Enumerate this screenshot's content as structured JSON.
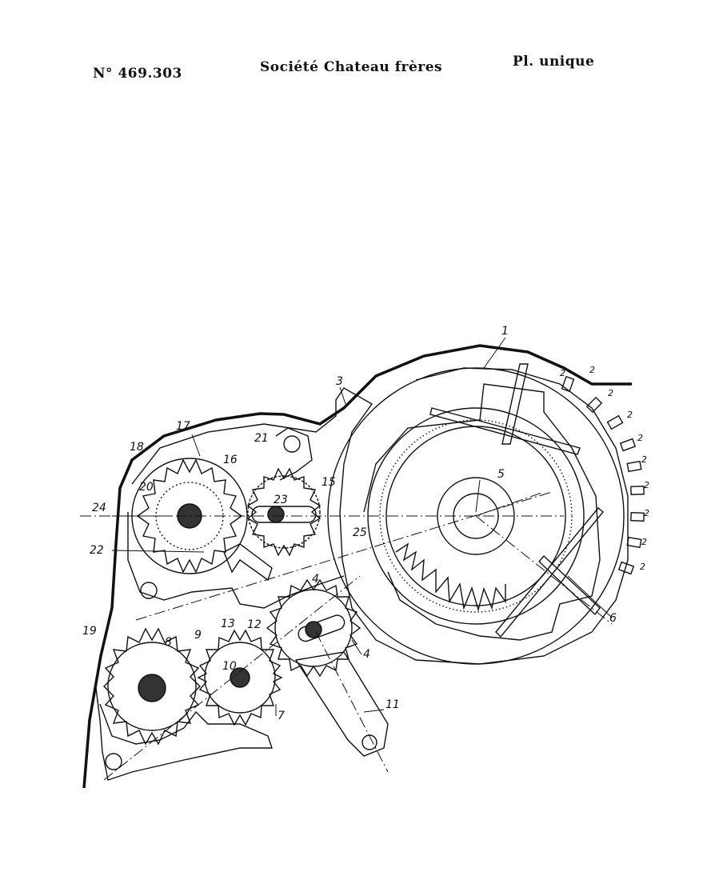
{
  "header": {
    "patent_number": "N° 469.303",
    "company": "Société Chateau frères",
    "plate": "Pl. unique"
  },
  "figure": {
    "labels": [
      "1",
      "2",
      "2",
      "2",
      "2",
      "2",
      "2",
      "2",
      "2",
      "2",
      "2",
      "3",
      "4",
      "4",
      "5",
      "6",
      "7",
      "8",
      "9",
      "10",
      "11",
      "12",
      "13",
      "15",
      "16",
      "17",
      "18",
      "19",
      "20",
      "21",
      "22",
      "23",
      "24",
      "25"
    ]
  }
}
